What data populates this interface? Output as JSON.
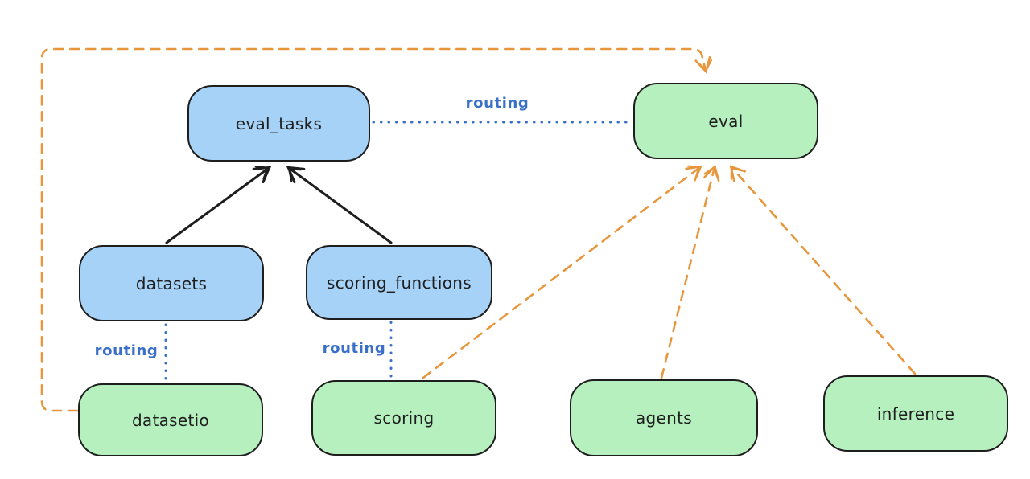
{
  "diagram": {
    "background": "#ffffff",
    "colors": {
      "node_border": "#1e1e1e",
      "blue_node_fill": "#a6d2f7",
      "green_node_fill": "#b6f0bf",
      "routing_label_blue": "#3b70c9",
      "orange_dashed": "#e8963c",
      "solid_arrow_black": "#1e1e1e"
    },
    "nodes": [
      {
        "id": "eval_tasks",
        "label": "eval_tasks",
        "color": "blue"
      },
      {
        "id": "eval",
        "label": "eval",
        "color": "green"
      },
      {
        "id": "datasets",
        "label": "datasets",
        "color": "blue"
      },
      {
        "id": "scoring_functions",
        "label": "scoring_functions",
        "color": "blue"
      },
      {
        "id": "datasetio",
        "label": "datasetio",
        "color": "green"
      },
      {
        "id": "scoring",
        "label": "scoring",
        "color": "green"
      },
      {
        "id": "agents",
        "label": "agents",
        "color": "green"
      },
      {
        "id": "inference",
        "label": "inference",
        "color": "green"
      }
    ],
    "edge_labels": [
      {
        "id": "routing-top",
        "text": "routing"
      },
      {
        "id": "routing-left",
        "text": "routing"
      },
      {
        "id": "routing-mid",
        "text": "routing"
      }
    ],
    "edges": [
      {
        "from": "datasets",
        "to": "eval_tasks",
        "style": "solid",
        "color": "black",
        "arrow": true
      },
      {
        "from": "scoring_functions",
        "to": "eval_tasks",
        "style": "solid",
        "color": "black",
        "arrow": true
      },
      {
        "from": "eval_tasks",
        "to": "eval",
        "style": "dotted",
        "color": "blue",
        "label": "routing",
        "arrow": false
      },
      {
        "from": "datasets",
        "to": "datasetio",
        "style": "dotted",
        "color": "blue",
        "label": "routing",
        "arrow": false
      },
      {
        "from": "scoring_functions",
        "to": "scoring",
        "style": "dotted",
        "color": "blue",
        "label": "routing",
        "arrow": false
      },
      {
        "from": "datasetio",
        "to": "eval",
        "style": "dashed",
        "color": "orange",
        "arrow": true
      },
      {
        "from": "scoring",
        "to": "eval",
        "style": "dashed",
        "color": "orange",
        "arrow": true
      },
      {
        "from": "agents",
        "to": "eval",
        "style": "dashed",
        "color": "orange",
        "arrow": true
      },
      {
        "from": "inference",
        "to": "eval",
        "style": "dashed",
        "color": "orange",
        "arrow": true
      }
    ]
  }
}
